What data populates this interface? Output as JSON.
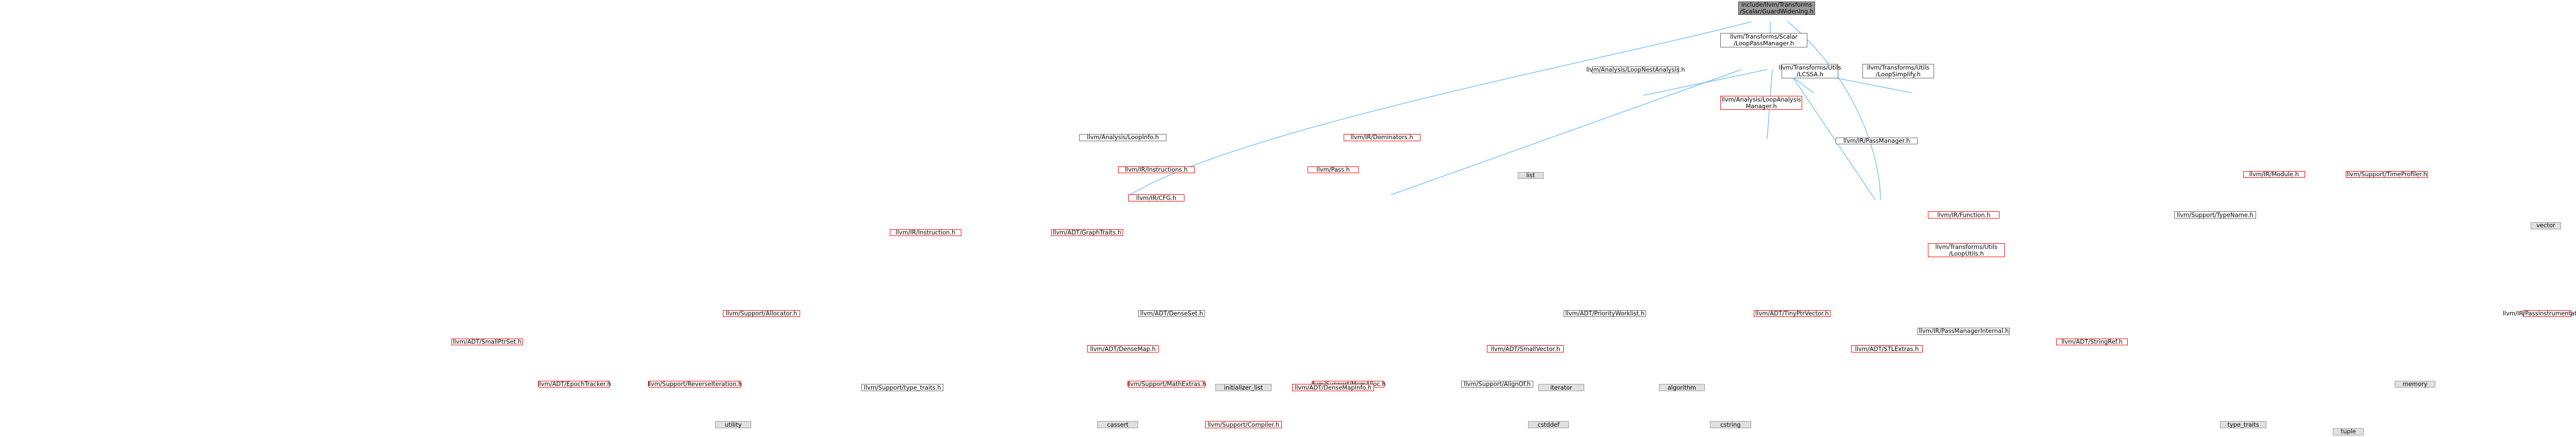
{
  "graph": {
    "root": "include/llvm/Transforms\n/Scalar/GuardWidening.h",
    "nodes": [
      {
        "id": "root",
        "label": "include/llvm/Transforms\n/Scalar/GuardWidening.h",
        "kind": "root"
      },
      {
        "id": "lpm",
        "label": "llvm/Transforms/Scalar\n/LoopPassManager.h",
        "kind": "normal"
      },
      {
        "id": "loopnest",
        "label": "llvm/Analysis/LoopNestAnalysis.h",
        "kind": "normal"
      },
      {
        "id": "lcssa",
        "label": "llvm/Transforms/Utils\n/LCSSA.h",
        "kind": "normal"
      },
      {
        "id": "loopsimplify",
        "label": "llvm/Transforms/Utils\n/LoopSimplify.h",
        "kind": "normal"
      },
      {
        "id": "dominators",
        "label": "llvm/IR/Dominators.h",
        "kind": "red"
      },
      {
        "id": "loopanalysismgr",
        "label": "llvm/Analysis/LoopAnalysis\nManager.h",
        "kind": "red"
      },
      {
        "id": "loopinfo",
        "label": "llvm/Analysis/LoopInfo.h",
        "kind": "normal"
      },
      {
        "id": "passmanager",
        "label": "llvm/IR/PassManager.h",
        "kind": "normal"
      },
      {
        "id": "instructions",
        "label": "llvm/IR/Instructions.h",
        "kind": "red"
      },
      {
        "id": "pass",
        "label": "llvm/Pass.h",
        "kind": "red"
      },
      {
        "id": "cfg",
        "label": "llvm/IR/CFG.h",
        "kind": "red"
      },
      {
        "id": "instruction",
        "label": "llvm/IR/Instruction.h",
        "kind": "red"
      },
      {
        "id": "graphtraits",
        "label": "llvm/ADT/GraphTraits.h",
        "kind": "red"
      },
      {
        "id": "allocator",
        "label": "llvm/Support/Allocator.h",
        "kind": "red"
      },
      {
        "id": "densesetN",
        "label": "llvm/ADT/DenseSet.h",
        "kind": "normal"
      },
      {
        "id": "smallptrset",
        "label": "llvm/ADT/SmallPtrSet.h",
        "kind": "red"
      },
      {
        "id": "priorityworklist",
        "label": "llvm/ADT/PriorityWorklist.h",
        "kind": "normal"
      },
      {
        "id": "loputils",
        "label": "llvm/Transforms/Utils\n/LoopUtils.h",
        "kind": "red"
      },
      {
        "id": "tinyptrvector",
        "label": "llvm/ADT/TinyPtrVector.h",
        "kind": "red"
      },
      {
        "id": "function",
        "label": "llvm/IR/Function.h",
        "kind": "red"
      },
      {
        "id": "module",
        "label": "llvm/IR/Module.h",
        "kind": "red"
      },
      {
        "id": "timeprofiler",
        "label": "llvm/Support/TimeProfiler.h",
        "kind": "red"
      },
      {
        "id": "typename",
        "label": "llvm/Support/TypeName.h",
        "kind": "normal"
      },
      {
        "id": "passinstr",
        "label": "llvm/IR/PassInstrumentation.h",
        "kind": "red"
      },
      {
        "id": "pmi",
        "label": "llvm/IR/PassManagerInternal.h",
        "kind": "normal"
      },
      {
        "id": "stringref",
        "label": "llvm/ADT/StringRef.h",
        "kind": "red"
      },
      {
        "id": "stlextras",
        "label": "llvm/ADT/STLExtras.h",
        "kind": "red"
      },
      {
        "id": "smallvector",
        "label": "llvm/ADT/SmallVector.h",
        "kind": "red"
      },
      {
        "id": "densemap",
        "label": "llvm/ADT/DenseMap.h",
        "kind": "red"
      },
      {
        "id": "epochtracker",
        "label": "llvm/ADT/EpochTracker.h",
        "kind": "red"
      },
      {
        "id": "reverseiter",
        "label": "llvm/Support/ReverseIteration.h",
        "kind": "red"
      },
      {
        "id": "typetraitsH",
        "label": "llvm/Support/type_traits.h",
        "kind": "normal"
      },
      {
        "id": "mathextras",
        "label": "llvm/Support/MathExtras.h",
        "kind": "red"
      },
      {
        "id": "memalloc",
        "label": "llvm/Support/MemAlloc.h",
        "kind": "red"
      },
      {
        "id": "alignof",
        "label": "llvm/Support/AlignOf.h",
        "kind": "normal"
      },
      {
        "id": "initlist",
        "label": "initializer_list",
        "kind": "sys"
      },
      {
        "id": "densemapinfo",
        "label": "llvm/ADT/DenseMapInfo.h",
        "kind": "red"
      },
      {
        "id": "iterator",
        "label": "iterator",
        "kind": "sys"
      },
      {
        "id": "algorithm",
        "label": "algorithm",
        "kind": "sys"
      },
      {
        "id": "list",
        "label": "list",
        "kind": "sys"
      },
      {
        "id": "vector",
        "label": "vector",
        "kind": "sys"
      },
      {
        "id": "memory",
        "label": "memory",
        "kind": "sys"
      },
      {
        "id": "tuple",
        "label": "tuple",
        "kind": "sys"
      },
      {
        "id": "typetraits",
        "label": "type_traits",
        "kind": "sys"
      },
      {
        "id": "cstring",
        "label": "cstring",
        "kind": "sys"
      },
      {
        "id": "cstddef",
        "label": "cstddef",
        "kind": "sys"
      },
      {
        "id": "compiler",
        "label": "llvm/Support/Compiler.h",
        "kind": "red"
      },
      {
        "id": "cassert",
        "label": "cassert",
        "kind": "sys"
      },
      {
        "id": "utility",
        "label": "utility",
        "kind": "sys"
      }
    ]
  }
}
